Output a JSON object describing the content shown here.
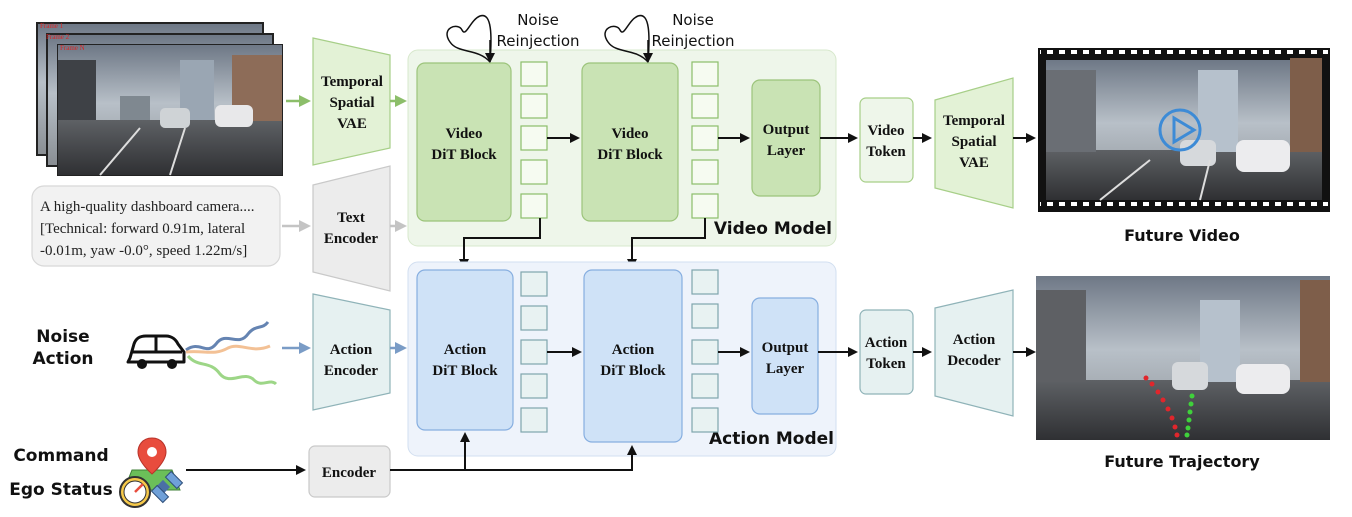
{
  "input_frames": {
    "labels": [
      "Frame 1",
      "Frame 2",
      "Frame N"
    ]
  },
  "temporal_vae_left": {
    "lines": [
      "Temporal",
      "Spatial",
      "VAE"
    ]
  },
  "text_prompt": {
    "lines": [
      "A high-quality dashboard camera....",
      "[Technical: forward 0.91m, lateral",
      "-0.01m, yaw -0.0°, speed 1.22m/s]"
    ]
  },
  "text_encoder": {
    "lines": [
      "Text",
      "Encoder"
    ]
  },
  "noise_reinjection": {
    "lines": [
      "Noise",
      "Reinjection"
    ]
  },
  "video_model": {
    "title": "Video Model",
    "block1": [
      "Video",
      "DiT Block"
    ],
    "block2": [
      "Video",
      "DiT Block"
    ],
    "output": [
      "Output",
      "Layer"
    ],
    "token": [
      "Video",
      "Token"
    ],
    "decoder": [
      "Temporal",
      "Spatial",
      "VAE"
    ],
    "result_caption": "Future Video"
  },
  "noise_action": {
    "lines": [
      "Noise",
      "Action"
    ]
  },
  "action_encoder": {
    "lines": [
      "Action",
      "Encoder"
    ]
  },
  "action_model": {
    "title": "Action Model",
    "block1": [
      "Action",
      "DiT Block"
    ],
    "block2": [
      "Action",
      "DiT Block"
    ],
    "output": [
      "Output",
      "Layer"
    ],
    "token": [
      "Action",
      "Token"
    ],
    "decoder": [
      "Action",
      "Decoder"
    ],
    "result_caption": "Future Trajectory"
  },
  "command": {
    "lines": [
      "Command",
      "Ego Status"
    ]
  },
  "encoder": {
    "label": "Encoder"
  },
  "colors": {
    "video_fill": "#c9e3b4",
    "video_bg": "#eef6ea",
    "action_fill": "#cfe2f7",
    "action_bg": "#eef3fb",
    "vae_fill": "#e3f2d6",
    "encoder_fill": "#e6f1f1",
    "green_arrow": "#8cbe6a",
    "blue_arrow": "#7a9cc6"
  },
  "icons": [
    "car-icon",
    "map-pin-icon",
    "speedometer-icon",
    "satellite-icon",
    "play-icon"
  ]
}
